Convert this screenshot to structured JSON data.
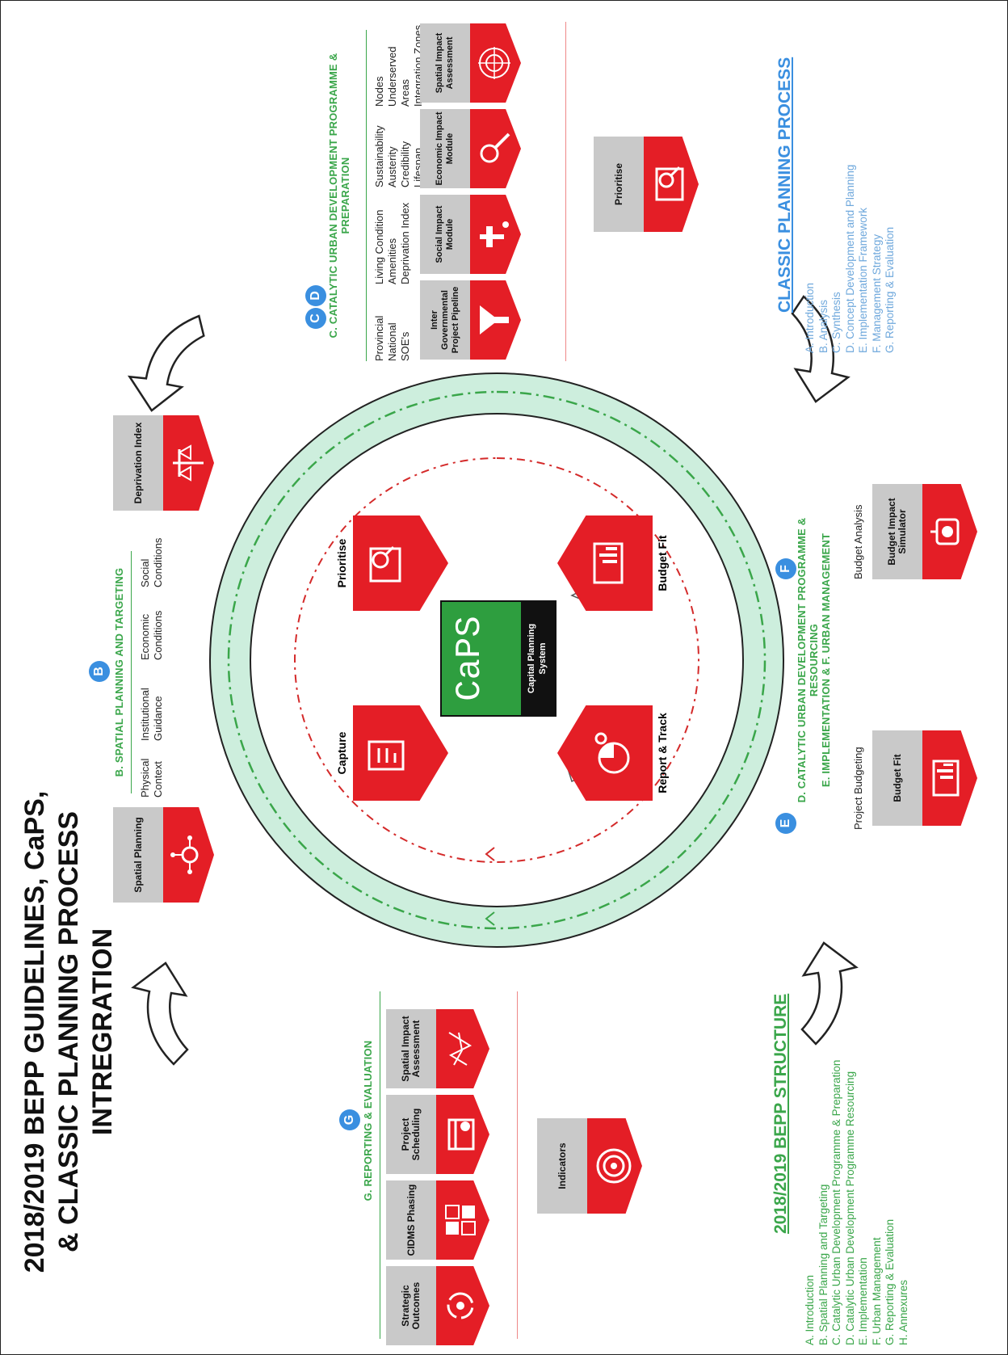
{
  "title": {
    "line1": "2018/2019 BEPP GUIDELINES, CaPS,",
    "line2": "& CLASSIC PLANNING PROCESS",
    "line3": "INTREGRATION"
  },
  "colors": {
    "accent_red": "#e41e26",
    "green": "#3aa64a",
    "blue": "#3a8fe0",
    "grey": "#c9c9c9"
  },
  "center": {
    "logo_text": "CaPS",
    "logo_subtitle1": "Capital Planning",
    "logo_subtitle2": "System",
    "nodes": [
      {
        "label": "Capture",
        "icon": "document-capture-icon"
      },
      {
        "label": "Prioritise",
        "icon": "prioritise-chart-icon"
      },
      {
        "label": "Budget Fit",
        "icon": "monitor-chart-icon"
      },
      {
        "label": "Report & Track",
        "icon": "pie-gears-icon"
      }
    ]
  },
  "section_b": {
    "badge": "B",
    "title": "B. SPATIAL PLANNING AND TARGETING",
    "cards": [
      {
        "label": "Spatial Planning",
        "icon": "network-nodes-icon"
      },
      {
        "label": "Deprivation Index",
        "icon": "scales-icon"
      }
    ],
    "items": [
      "Physical Context",
      "Institutional Guidance",
      "Economic Conditions",
      "Social Conditions"
    ]
  },
  "section_cd": {
    "badge1": "C",
    "badge2": "D",
    "title_line1": "C. CATALYTIC URBAN DEVELOPMENT PROGRAMME &",
    "title_line2": "PREPARATION",
    "cards": [
      {
        "label": "Inter Governmental Project Pipeline",
        "icon": "funnel-icon"
      },
      {
        "label": "Social Impact Module",
        "icon": "tap-icon"
      },
      {
        "label": "Economic Impact Module",
        "icon": "magnifier-bars-icon"
      },
      {
        "label": "Spatial Impact Assessment",
        "icon": "map-target-icon"
      }
    ],
    "prioritise": {
      "label": "Prioritise",
      "icon": "prioritise-chart-icon"
    },
    "col1": [
      "Provincial",
      "National",
      "SOE's"
    ],
    "col2": [
      "Living Condition",
      "Amenities",
      "Deprivation Index"
    ],
    "col3": [
      "Sustainability",
      "Austerity",
      "Credibility",
      "Lifespan"
    ],
    "col4": [
      "Nodes",
      "Underserved Areas",
      "Integration Zones"
    ]
  },
  "section_ef": {
    "badge_e": "E",
    "badge_f": "F",
    "title_line1": "D. CATALYTIC URBAN DEVELOPMENT PROGRAMME & RESOURCING",
    "title_line2": "E. IMPLEMENTATION & F. URBAN MANAGEMENT",
    "cards": [
      {
        "label": "Budget Fit",
        "icon": "monitor-chart-icon"
      },
      {
        "label": "Budget Impact Simulator",
        "icon": "robot-icon"
      }
    ],
    "items": [
      "Project Budgeting",
      "Budget Analysis"
    ]
  },
  "section_g": {
    "badge": "G",
    "title": "G. REPORTING & EVALUATION",
    "cards": [
      {
        "label": "Strategic Outcomes",
        "icon": "cycle-icon"
      },
      {
        "label": "CIDMS Phasing",
        "icon": "puzzle-icon"
      },
      {
        "label": "Project Scheduling",
        "icon": "calendar-icon"
      },
      {
        "label": "Spatial Impact Assessment",
        "icon": "map-lines-icon"
      }
    ],
    "indicators": {
      "label": "Indicators",
      "icon": "target-icon"
    }
  },
  "bepp_structure": {
    "heading": "2018/2019 BEPP STRUCTURE",
    "items": [
      "A. Introduction",
      "B. Spatial Planning and Targeting",
      "C. Catalytic Urban Development Programme & Preparation",
      "D. Catalytic Urban Development Programme Resourcing",
      "E. Implementation",
      "F. Urban Management",
      "G. Reporting & Evaluation",
      "H. Annexures"
    ]
  },
  "classic_process": {
    "heading": "CLASSIC PLANNING PROCESS",
    "items": [
      "A. Introduction",
      "B. Analysis",
      "C. Synthesis",
      "D. Concept Development and Planning",
      "E. Implementation Framework",
      "F. Management Strategy",
      "G. Reporting & Evaluation"
    ]
  }
}
